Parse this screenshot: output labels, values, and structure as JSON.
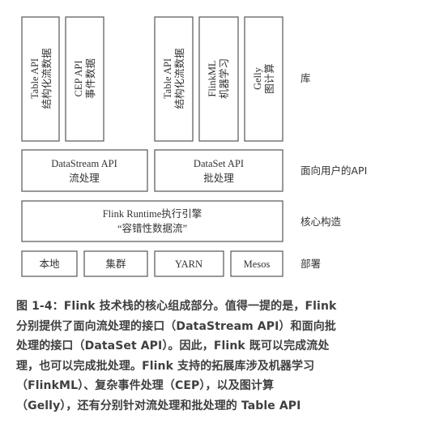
{
  "diagram": {
    "libraries_left": [
      {
        "title": "Table API",
        "subtitle": "结构化流数据"
      },
      {
        "title": "CEP API",
        "subtitle": "事件数据"
      }
    ],
    "libraries_right": [
      {
        "title": "Table API",
        "subtitle": "结构化流数据"
      },
      {
        "title": "FlinkML",
        "subtitle": "机器学习"
      },
      {
        "title": "Gelly",
        "subtitle": "图计算"
      }
    ],
    "apis": [
      {
        "title": "DataStream API",
        "subtitle": "流处理"
      },
      {
        "title": "DataSet API",
        "subtitle": "批处理"
      }
    ],
    "runtime": {
      "title": "Flink Runtime执行引擎",
      "subtitle": "“容错性数据流”"
    },
    "deploy": [
      "本地",
      "集群",
      "YARN",
      "Mesos"
    ],
    "side_labels": {
      "libraries": "库",
      "apis": "面向用户的API",
      "core": "核心构造",
      "deploy": "部署"
    }
  },
  "caption": {
    "lines": [
      "图 1-4：Flink 技术栈的核心组成部分。值得一提的是，Flink",
      "分别提供了面向流处理的接口（DataStream API）和面向批",
      "处理的接口（DataSet API）。因此，Flink 既可以完成流处",
      "理，也可以完成批处理。Flink 支持的拓展库涉及机器学习",
      "（FlinkML）、复杂事件处理（CEP），以及图计算",
      "（Gelly），还有分别针对流处理和批处理的 Table API"
    ]
  }
}
